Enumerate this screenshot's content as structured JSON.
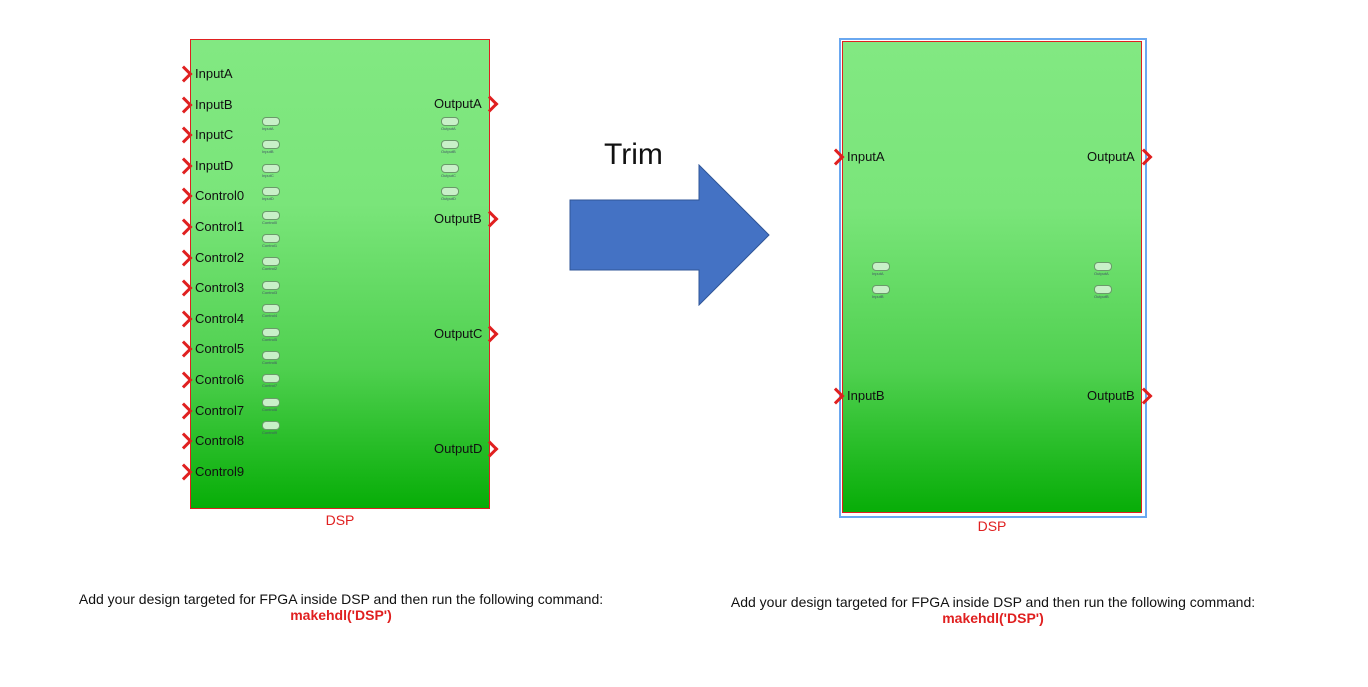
{
  "left_block": {
    "name": "DSP",
    "inputs": [
      "InputA",
      "InputB",
      "InputC",
      "InputD",
      "Control0",
      "Control1",
      "Control2",
      "Control3",
      "Control4",
      "Control5",
      "Control6",
      "Control7",
      "Control8",
      "Control9"
    ],
    "outputs": [
      "OutputA",
      "OutputB",
      "OutputC",
      "OutputD"
    ]
  },
  "right_block": {
    "name": "DSP",
    "inputs": [
      "InputA",
      "InputB"
    ],
    "outputs": [
      "OutputA",
      "OutputB"
    ]
  },
  "arrow_label": "Trim",
  "note": {
    "text": "Add your design targeted for FPGA inside DSP and then run the following command:",
    "command": "makehdl('DSP')"
  },
  "colors": {
    "port": "#e02020",
    "arrow": "#4472c4"
  }
}
